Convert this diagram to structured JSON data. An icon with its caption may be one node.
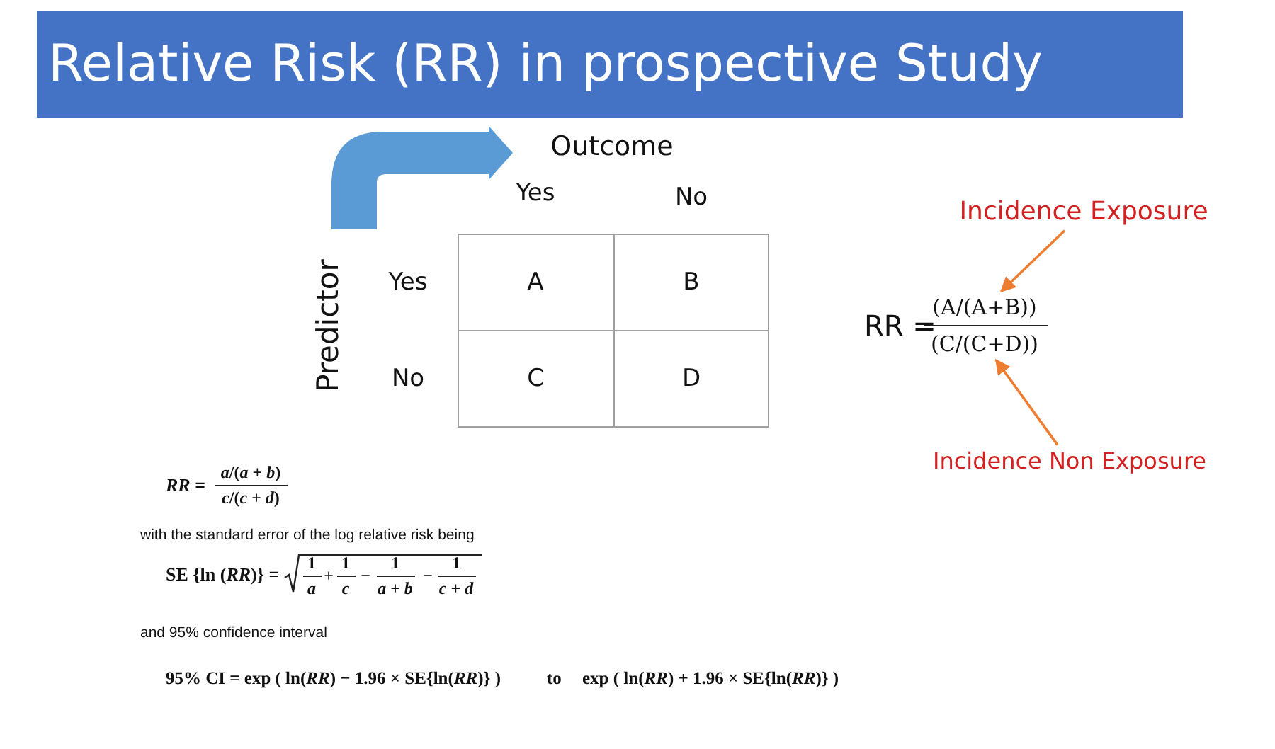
{
  "diagram": {
    "title": "Relative Risk (RR) in prospective Study",
    "nodes": [
      {
        "text": [
          "Incidence Exposure"
        ]
      },
      {
        "text": [
          "(A/(A+B))"
        ]
      },
      {
        "text": [
          "(C/(C+D))"
        ]
      },
      {
        "text": [
          "Incidence Non Exposure"
        ]
      }
    ],
    "edges": [
      {
        "from": 0,
        "to": 1,
        "arrow": "to"
      },
      {
        "from": 3,
        "to": 2,
        "arrow": "to"
      }
    ],
    "labels": [
      "Outcome",
      "Yes",
      "No",
      "Predictor",
      "Yes",
      "A",
      "B",
      "No",
      "C",
      "D",
      "RR =",
      "*RR* =",
      "*a*/(*a* + *b*)",
      "*c*/(*c* + *d*)",
      "with the standard error of the log relative risk being",
      "SE {ln (*RR*)} =",
      "1",
      "*a*",
      "+",
      "1",
      "*c*",
      "−",
      "1",
      "*a* + *b*",
      "−",
      "1",
      "*c* + *d*",
      "and 95% confidence interval",
      "95% CI = exp ( ln(*RR*) − 1.96 × SE{ln(*RR*)} )",
      "to",
      "exp ( ln(*RR*) + 1.96 × SE{ln(*RR*)} )"
    ]
  }
}
